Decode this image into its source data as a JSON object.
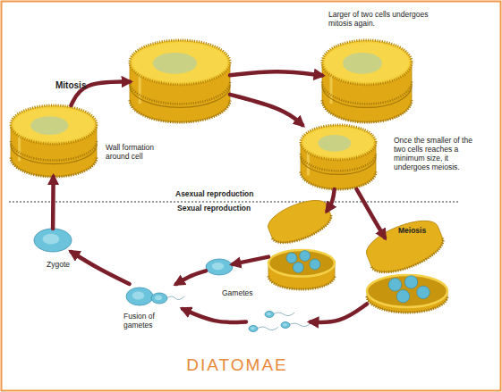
{
  "diagram": {
    "caption": "DIATOMAE",
    "nodes": [
      {
        "text": [
          "Wall formation around cell"
        ]
      },
      {
        "text": []
      },
      {
        "text": [
          "Larger of two cells undergoes mitosis again."
        ]
      },
      {
        "text": [
          "Once the smaller of the two cells reaches a minimum size, it undergoes meiosis."
        ]
      },
      {
        "text": []
      },
      {
        "text": [
          "Meiosis"
        ]
      },
      {
        "text": [
          "Gametes"
        ]
      },
      {
        "text": []
      },
      {
        "text": [
          "Fusion of gametes"
        ]
      },
      {
        "text": [
          "Zygote"
        ]
      }
    ],
    "edges": [
      {
        "from": 0,
        "to": 1,
        "label": "Mitosis",
        "arrow": "to"
      },
      {
        "from": 1,
        "to": 2,
        "arrow": "to"
      },
      {
        "from": 1,
        "to": 3,
        "arrow": "to"
      },
      {
        "from": 3,
        "to": 4,
        "arrow": "to"
      },
      {
        "from": 3,
        "to": 5,
        "arrow": "to"
      },
      {
        "from": 4,
        "to": 6,
        "arrow": "to"
      },
      {
        "from": 5,
        "to": 7,
        "arrow": "to"
      },
      {
        "from": 6,
        "to": 8,
        "arrow": "to"
      },
      {
        "from": 7,
        "to": 8,
        "arrow": "to"
      },
      {
        "from": 8,
        "to": 9,
        "arrow": "to"
      },
      {
        "from": 9,
        "to": 0,
        "arrow": "to"
      }
    ],
    "labels": [
      "Asexual reproduction",
      "Sexual reproduction"
    ]
  }
}
